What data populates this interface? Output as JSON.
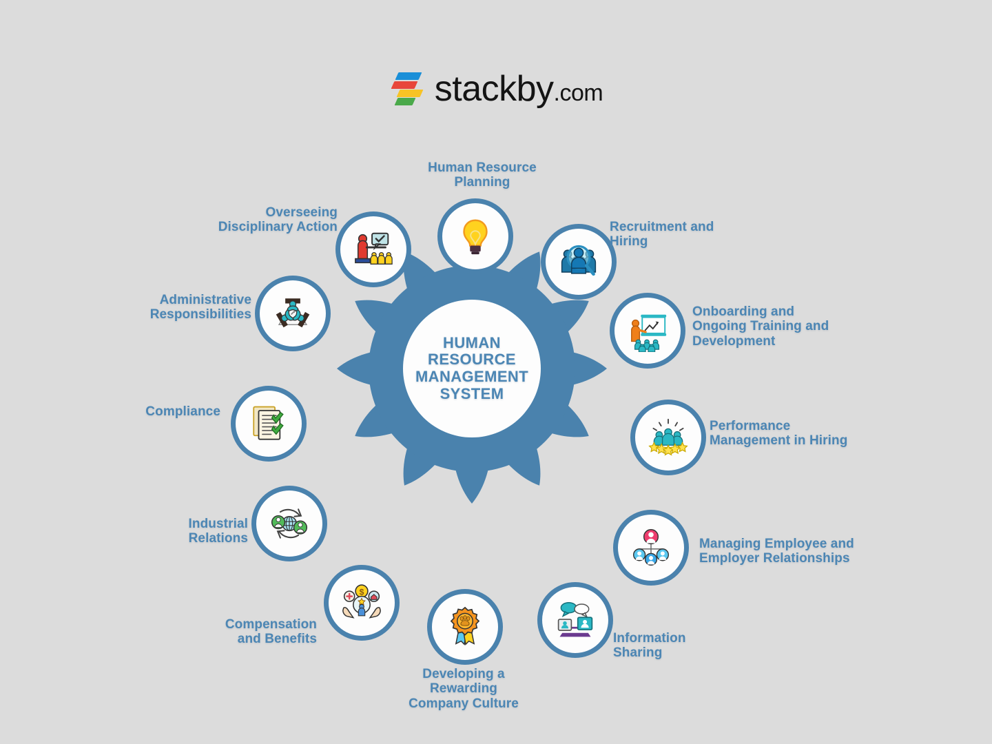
{
  "brand": {
    "name": "stackby",
    "tld": ".com",
    "colors": {
      "blue": "#1a8fd8",
      "red": "#e8463a",
      "yellow": "#f7c325",
      "green": "#4aa94a"
    }
  },
  "theme": {
    "background": "#dcdcdc",
    "hub_blue": "#4a82ad",
    "text_blue": "#4c86b4",
    "node_fill": "#fdfdfd"
  },
  "center": {
    "title": "HUMAN\nRESOURCE\nMANAGEMENT\nSYSTEM"
  },
  "nodes": [
    {
      "id": "human-resource-planning",
      "label": "Human Resource\nPlanning",
      "icon": "lightbulb-icon"
    },
    {
      "id": "recruitment-and-hiring",
      "label": "Recruitment and\nHiring",
      "icon": "people-magnifier-icon"
    },
    {
      "id": "onboarding-training",
      "label": "Onboarding and\nOngoing Training and\nDevelopment",
      "icon": "training-presentation-icon"
    },
    {
      "id": "performance-management",
      "label": "Performance\nManagement in Hiring",
      "icon": "people-stars-icon"
    },
    {
      "id": "managing-relationships",
      "label": "Managing Employee and\nEmployer Relationships",
      "icon": "org-chart-icon"
    },
    {
      "id": "information-sharing",
      "label": "Information\nSharing",
      "icon": "screens-chat-icon"
    },
    {
      "id": "developing-company-culture",
      "label": "Developing a\nRewarding\nCompany Culture",
      "icon": "award-ribbon-icon"
    },
    {
      "id": "compensation-and-benefits",
      "label": "Compensation\nand Benefits",
      "icon": "hands-benefits-icon"
    },
    {
      "id": "industrial-relations",
      "label": "Industrial\nRelations",
      "icon": "globe-people-cycle-icon"
    },
    {
      "id": "compliance",
      "label": "Compliance",
      "icon": "checklist-document-icon"
    },
    {
      "id": "administrative-responsibilities",
      "label": "Administrative\nResponsibilities",
      "icon": "teamwork-triangle-icon"
    },
    {
      "id": "overseeing-disciplinary-action",
      "label": "Overseeing\nDisciplinary Action",
      "icon": "presenter-approval-icon"
    }
  ]
}
